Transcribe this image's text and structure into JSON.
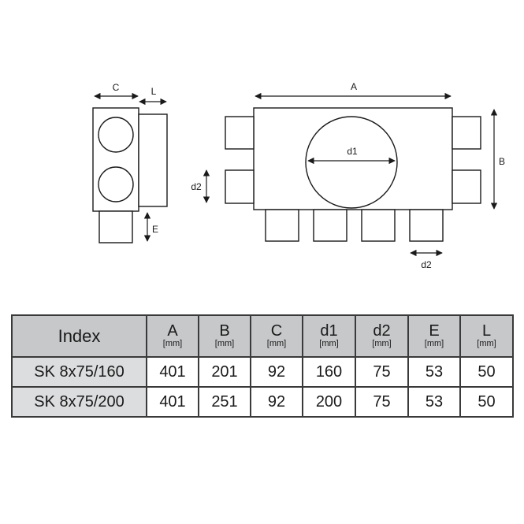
{
  "diagram": {
    "side_view_labels": {
      "c": "C",
      "l": "L",
      "e": "E"
    },
    "top_view_labels": {
      "a": "A",
      "b": "B",
      "d1": "d1",
      "d2_left": "d2",
      "d2_bottom": "d2"
    }
  },
  "table": {
    "index_header": "Index",
    "columns": [
      {
        "symbol": "A",
        "unit": "[mm]"
      },
      {
        "symbol": "B",
        "unit": "[mm]"
      },
      {
        "symbol": "C",
        "unit": "[mm]"
      },
      {
        "symbol": "d1",
        "unit": "[mm]"
      },
      {
        "symbol": "d2",
        "unit": "[mm]"
      },
      {
        "symbol": "E",
        "unit": "[mm]"
      },
      {
        "symbol": "L",
        "unit": "[mm]"
      }
    ],
    "rows": [
      {
        "index": "SK 8x75/160",
        "values": [
          "401",
          "201",
          "92",
          "160",
          "75",
          "53",
          "50"
        ]
      },
      {
        "index": "SK 8x75/200",
        "values": [
          "401",
          "251",
          "92",
          "200",
          "75",
          "53",
          "50"
        ]
      }
    ]
  }
}
